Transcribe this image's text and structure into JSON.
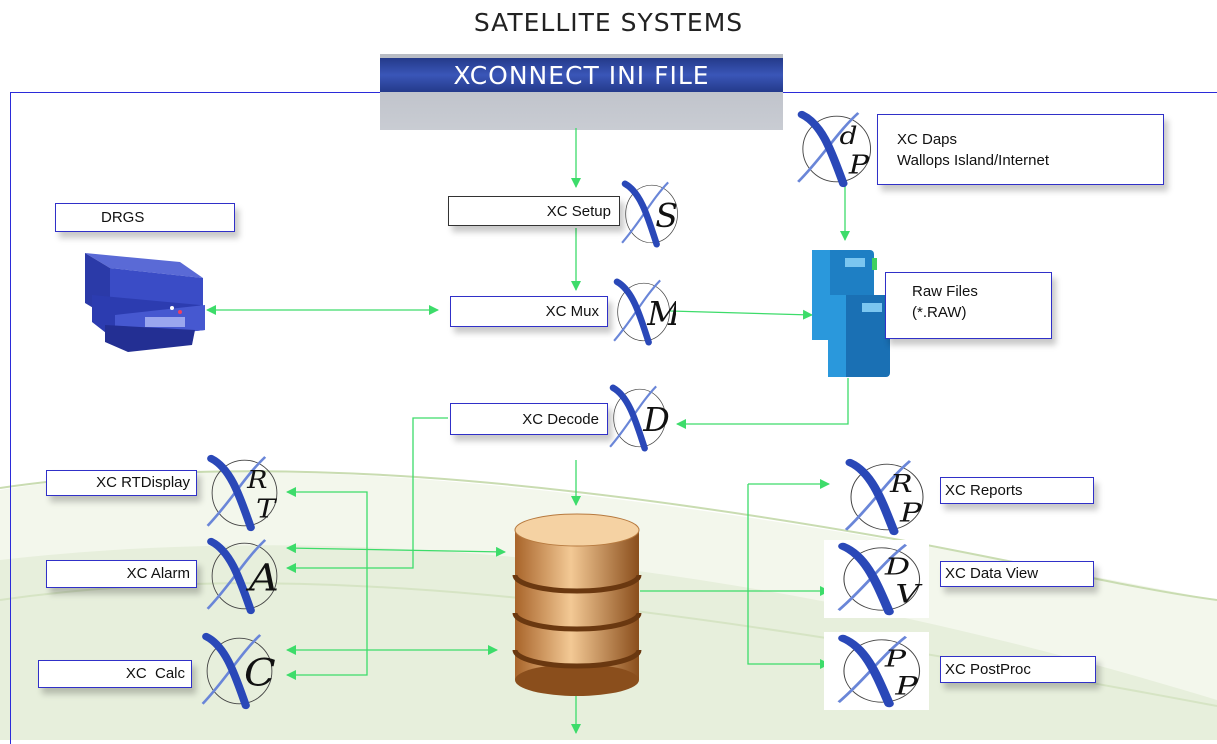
{
  "title": "SATELLITE SYSTEMS",
  "banner": "XCONNECT INI FILE",
  "nodes": {
    "setup": "XC Setup",
    "mux": "XC Mux",
    "decode": "XC Decode",
    "daps_line1": "XC Daps",
    "daps_line2": "Wallops Island/Internet",
    "drgs": "DRGS",
    "raw_line1": "Raw Files",
    "raw_line2": "(*.RAW)",
    "rtdisplay": "XC RTDisplay",
    "alarm": "XC Alarm",
    "calc": "XC  Calc",
    "reports": "XC Reports",
    "dataview": "XC Data View",
    "postproc": "XC PostProc"
  },
  "logo_letters": {
    "setup": [
      "S"
    ],
    "mux": [
      "M"
    ],
    "decode": [
      "D"
    ],
    "daps": [
      "d",
      "P"
    ],
    "rtdisplay": [
      "R",
      "T"
    ],
    "alarm": [
      "A"
    ],
    "calc": [
      "C"
    ],
    "reports": [
      "R",
      "P"
    ],
    "dataview": [
      "D",
      "V"
    ],
    "postproc": [
      "P",
      "P"
    ]
  },
  "colors": {
    "connector": "#3ddc6a",
    "label_border_blue": "#3030c8",
    "banner_blue": "#2c44a0"
  }
}
